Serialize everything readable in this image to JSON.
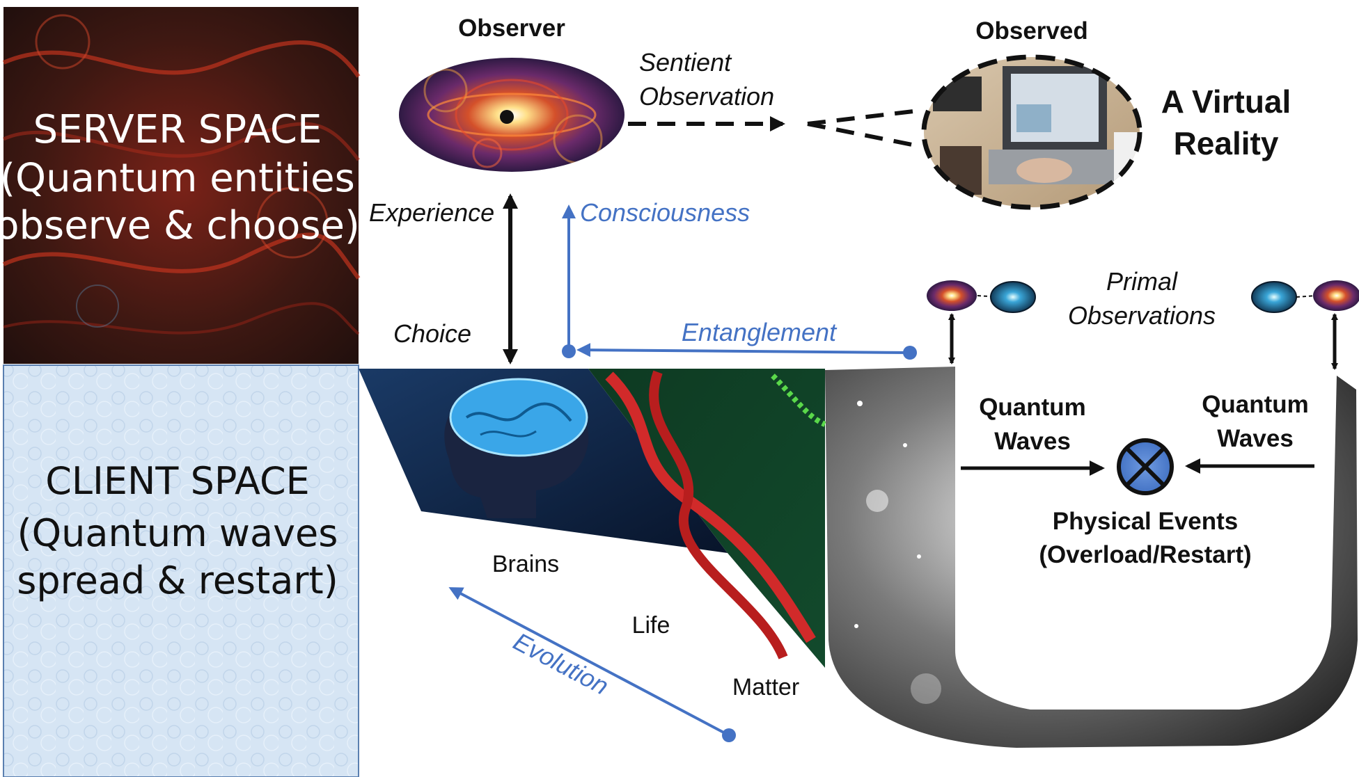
{
  "server_space": {
    "title": "SERVER SPACE",
    "line1": "(Quantum entities",
    "line2": "observe & choose)"
  },
  "client_space": {
    "title": "CLIENT SPACE",
    "line1": "(Quantum waves",
    "line2": "spread & restart)"
  },
  "observer": {
    "label": "Observer"
  },
  "observed": {
    "label": "Observed"
  },
  "sentient": {
    "line1": "Sentient",
    "line2": "Observation"
  },
  "virtual_reality": {
    "line1": "A Virtual",
    "line2": "Reality"
  },
  "experience": "Experience",
  "choice": "Choice",
  "consciousness": "Consciousness",
  "entanglement": "Entanglement",
  "primal": {
    "line1": "Primal",
    "line2": "Observations"
  },
  "quantum_waves_left": {
    "line1": "Quantum",
    "line2": "Waves"
  },
  "quantum_waves_right": {
    "line1": "Quantum",
    "line2": "Waves"
  },
  "physical_events": {
    "line1": "Physical Events",
    "line2": "(Overload/Restart)"
  },
  "brains": "Brains",
  "life": "Life",
  "matter": "Matter",
  "evolution": "Evolution",
  "colors": {
    "blue_accent": "#4472c4",
    "server_dark": "#2a1510",
    "server_red": "#b02a1a",
    "client_blue": "#d3e3f3",
    "black": "#111111"
  }
}
